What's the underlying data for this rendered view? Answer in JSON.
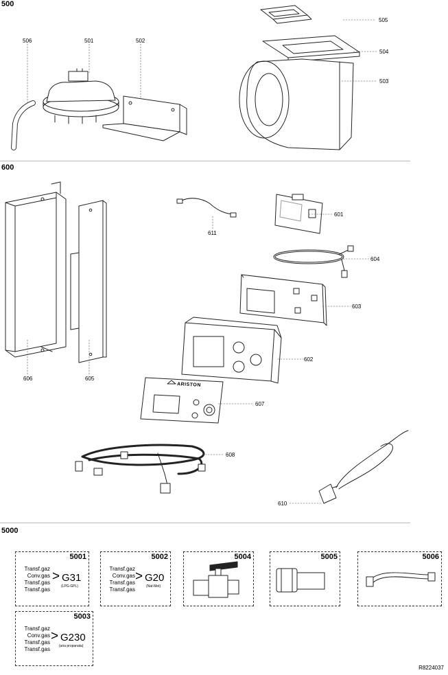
{
  "sections": {
    "s500": "500",
    "s600": "600",
    "s5000": "5000"
  },
  "labels": {
    "l501": "501",
    "l502": "502",
    "l503": "503",
    "l504": "504",
    "l505": "505",
    "l506": "506",
    "l601": "601",
    "l602": "602",
    "l603": "603",
    "l604": "604",
    "l605": "605",
    "l606": "606",
    "l607": "607",
    "l608": "608",
    "l610": "610",
    "l611": "611"
  },
  "brand": "ARISTON",
  "kits": [
    {
      "code": "5001",
      "lines": [
        "Transf.gaz",
        "Conv.gas",
        "Transf.gas",
        "Transf.gas"
      ],
      "gas": "G31",
      "sub": "(LPG-GPL)"
    },
    {
      "code": "5002",
      "lines": [
        "Transf.gaz",
        "Conv.gas",
        "Transf.gas",
        "Transf.gas"
      ],
      "gas": "G20",
      "sub": "(Nat-Met)"
    },
    {
      "code": "5004"
    },
    {
      "code": "5005"
    },
    {
      "code": "5006"
    },
    {
      "code": "5003",
      "lines": [
        "Transf.gaz",
        "Conv.gas",
        "Transf.gas",
        "Transf.gas"
      ],
      "gas": "G230",
      "sub": "(aria propanata)"
    }
  ],
  "reference": "R8224037"
}
